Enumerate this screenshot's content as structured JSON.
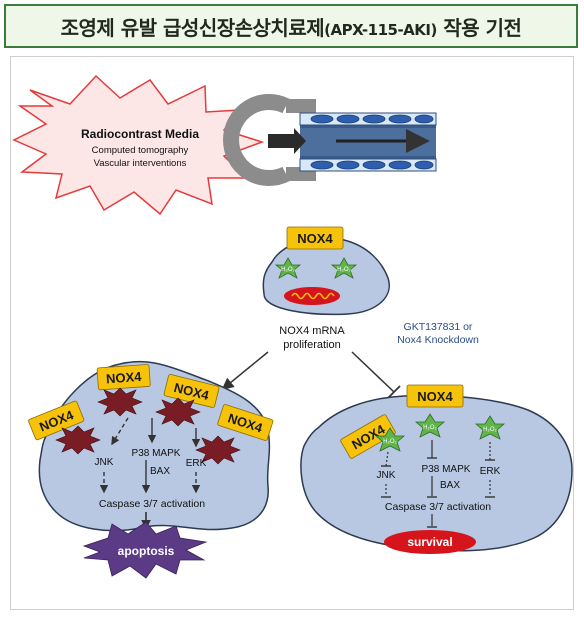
{
  "title": {
    "main": "조영제 유발 급성신장손상치료제",
    "sub": "(APX-115-AKI)",
    "tail": "작용 기전"
  },
  "source": {
    "name": "Radiocontrast Media",
    "line1": "Computed tomography",
    "line2": "Vascular interventions"
  },
  "nox4": "NOX4",
  "h2o2_base": "H",
  "h2o2_sub": "2",
  "h2o2_o": "O",
  "center": {
    "line1": "NOX4 mRNA",
    "line2": "proliferation"
  },
  "inhibitor": {
    "line1": "GKT137831 or",
    "line2": "Nox4 Knockdown"
  },
  "left_cell": {
    "jnk": "JNK",
    "p38": "P38 MAPK",
    "bax": "BAX",
    "erk": "ERK",
    "caspase": "Caspase 3/7 activation",
    "outcome": "apoptosis"
  },
  "right_cell": {
    "jnk": "JNK",
    "p38": "P38 MAPK",
    "bax": "BAX",
    "erk": "ERK",
    "caspase": "Caspase 3/7 activation",
    "outcome": "survival"
  },
  "colors": {
    "nox4_fill": "#f7c20a",
    "cell_fill": "#b9c8e2",
    "star_green": "#5fb44a",
    "burst_dark": "#7a1c24",
    "apoptosis": "#5b3a86",
    "survival": "#d6141c",
    "inhibitor_text": "#2a4d86",
    "title_border": "#3a7d3a"
  }
}
